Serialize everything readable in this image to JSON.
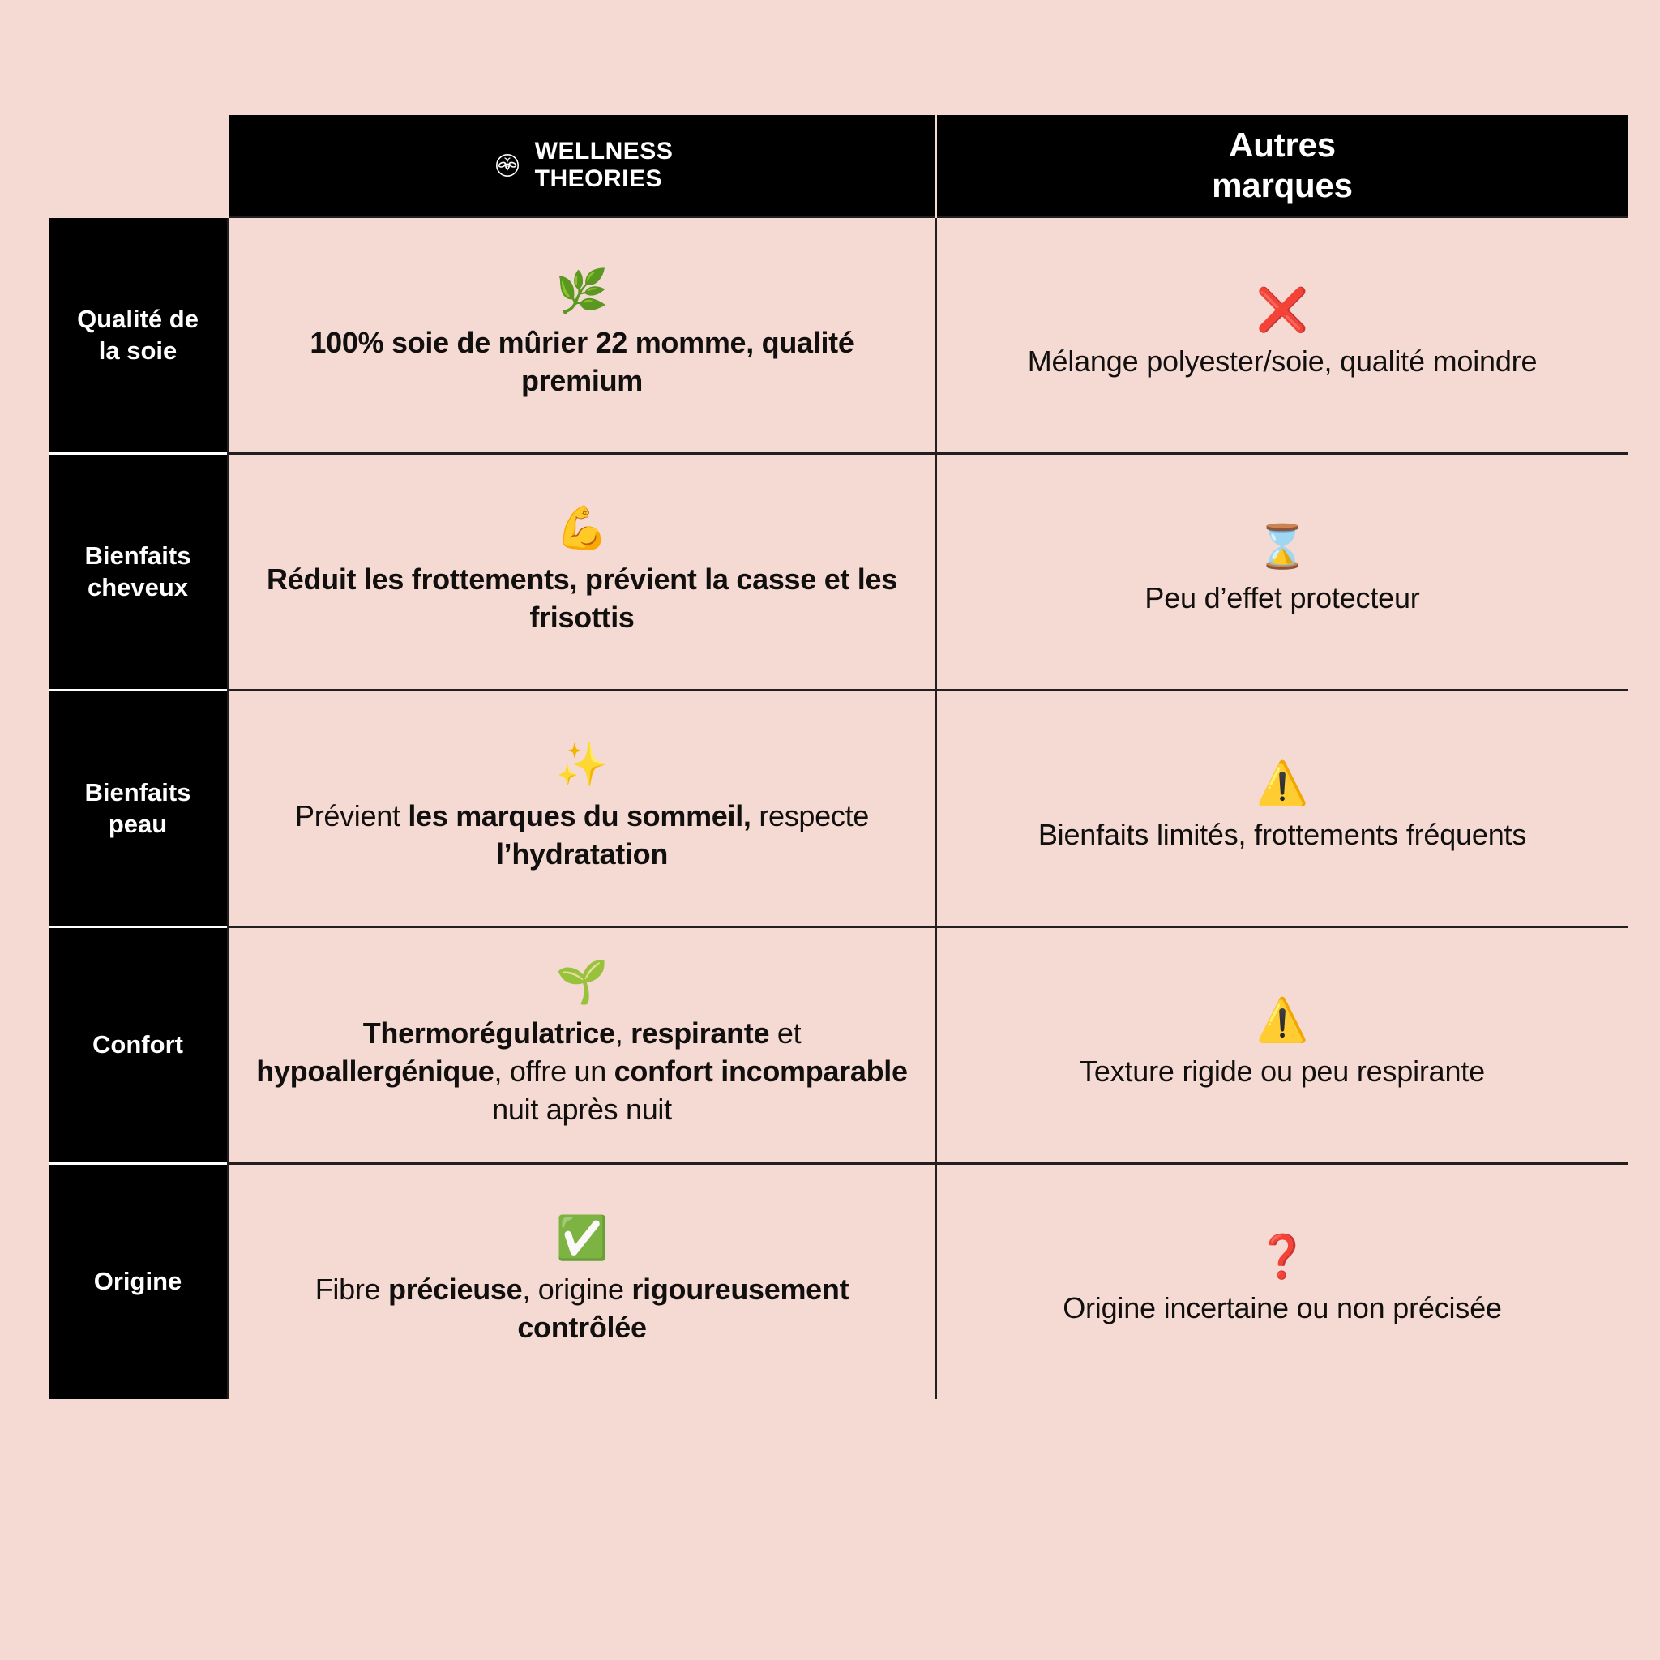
{
  "page": {
    "background_color": "#f5dad3",
    "panel_color": "#000000",
    "text_color": "#120f0f"
  },
  "header": {
    "brand": {
      "logo_icon": "bee-in-circle-icon",
      "name": "WELLNESS\nTHEORIES"
    },
    "competitor": "Autres\nmarques"
  },
  "rows": [
    {
      "label": "Qualité de\nla soie",
      "ours": {
        "icon": "🌿",
        "icon_name": "herb-leaf-emoji",
        "parts": [
          {
            "text": "100% soie de mûrier 22 momme, qualité premium",
            "bold": true
          }
        ]
      },
      "others": {
        "icon": "❌",
        "icon_name": "cross-mark-emoji",
        "parts": [
          {
            "text": "Mélange polyester/soie, qualité moindre",
            "bold": false
          }
        ]
      }
    },
    {
      "label": "Bienfaits\ncheveux",
      "ours": {
        "icon": "💪",
        "icon_name": "flexed-biceps-emoji",
        "parts": [
          {
            "text": "Réduit les frottements, prévient la casse et les frisottis",
            "bold": true
          }
        ]
      },
      "others": {
        "icon": "⌛",
        "icon_name": "hourglass-done-emoji",
        "parts": [
          {
            "text": "Peu d’effet protecteur",
            "bold": false
          }
        ]
      }
    },
    {
      "label": "Bienfaits\npeau",
      "ours": {
        "icon": "✨",
        "icon_name": "sparkles-emoji",
        "parts": [
          {
            "text": "Prévient ",
            "bold": false
          },
          {
            "text": "les marques du sommeil,",
            "bold": true
          },
          {
            "text": " respecte ",
            "bold": false
          },
          {
            "text": "l’hydratation",
            "bold": true
          }
        ]
      },
      "others": {
        "icon": "⚠️",
        "icon_name": "warning-sign-emoji",
        "parts": [
          {
            "text": "Bienfaits limités, frottements fréquents",
            "bold": false
          }
        ]
      }
    },
    {
      "label": "Confort",
      "ours": {
        "icon": "🌱",
        "icon_name": "seedling-emoji",
        "parts": [
          {
            "text": "Thermorégulatrice",
            "bold": true
          },
          {
            "text": ", ",
            "bold": false
          },
          {
            "text": "respirante",
            "bold": true
          },
          {
            "text": " et ",
            "bold": false
          },
          {
            "text": "hypoallergénique",
            "bold": true
          },
          {
            "text": ", offre un ",
            "bold": false
          },
          {
            "text": "confort incomparable",
            "bold": true
          },
          {
            "text": " nuit après nuit",
            "bold": false
          }
        ]
      },
      "others": {
        "icon": "⚠️",
        "icon_name": "warning-sign-emoji",
        "parts": [
          {
            "text": "Texture rigide ou peu respirante",
            "bold": false
          }
        ]
      }
    },
    {
      "label": "Origine",
      "ours": {
        "icon": "✅",
        "icon_name": "check-mark-button-emoji",
        "parts": [
          {
            "text": "Fibre ",
            "bold": false
          },
          {
            "text": "précieuse",
            "bold": true
          },
          {
            "text": ", origine ",
            "bold": false
          },
          {
            "text": "rigoureusement contrôlée",
            "bold": true
          }
        ]
      },
      "others": {
        "icon": "❓",
        "icon_name": "red-question-mark-emoji",
        "parts": [
          {
            "text": "Origine incertaine ou non précisée",
            "bold": false
          }
        ]
      }
    }
  ]
}
